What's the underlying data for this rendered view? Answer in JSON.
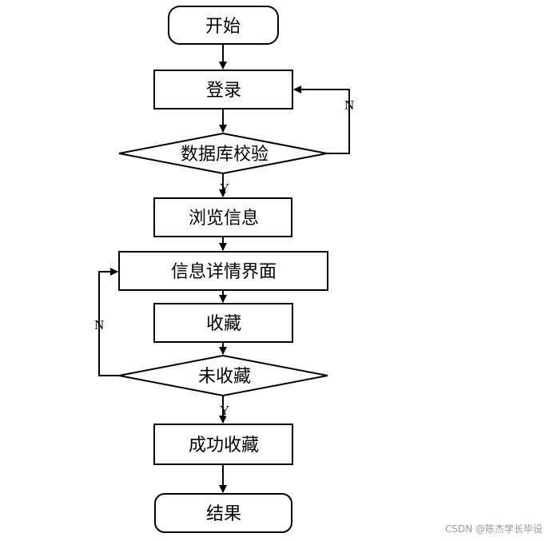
{
  "nodes": {
    "start": "开始",
    "login": "登录",
    "db_check": "数据库校验",
    "browse": "浏览信息",
    "detail": "信息详情界面",
    "favorite": "收藏",
    "not_favorited": "未收藏",
    "success": "成功收藏",
    "end": "结果"
  },
  "labels": {
    "db_check_no": "N",
    "db_check_yes": "Y",
    "not_favorited_no": "N",
    "not_favorited_yes": "Y"
  },
  "watermark": "CSDN @陈杰学长毕设"
}
